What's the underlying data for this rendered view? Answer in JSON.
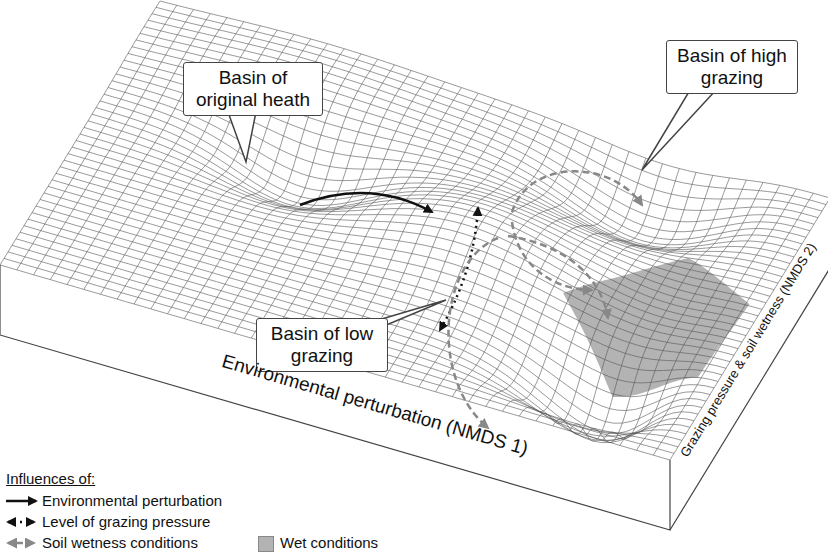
{
  "diagram": {
    "nodes": [
      {
        "text": [
          "Basin of original heath"
        ]
      },
      {
        "text": [
          "Basin of high grazing"
        ]
      },
      {
        "text": [
          "Basin of low grazing"
        ]
      }
    ],
    "labels": [
      "Environmental perturbation (NMDS 1)",
      "Grazing pressure & soil wetness (NMDS 2)",
      "Influences of:"
    ],
    "legend": [
      {
        "text": "Environmental perturbation"
      },
      {
        "text": "Level of grazing pressure"
      },
      {
        "text": "Soil wetness conditions"
      },
      {
        "text": "Wet conditions",
        "color": "#b3b3b3"
      }
    ]
  }
}
